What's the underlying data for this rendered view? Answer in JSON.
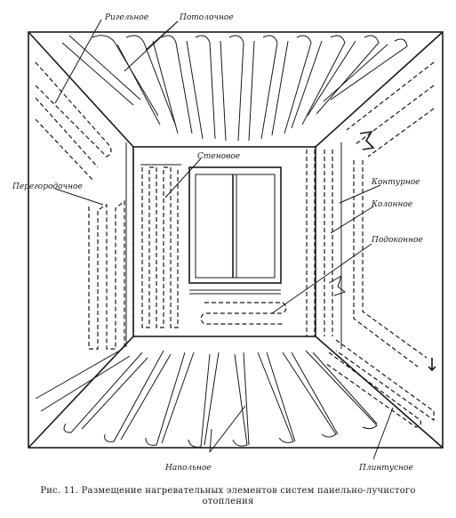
{
  "labels": {
    "rigel": "Ригельное",
    "ceiling": "Потолочное",
    "wall": "Стеновое",
    "partition": "Перегородочное",
    "contour": "Контурное",
    "column": "Колонное",
    "sill": "Подоконное",
    "floor": "Напольное",
    "plinth": "Плинтусное"
  },
  "caption": {
    "line1": "Рис. 11. Размещение нагревательных элементов систем панельно-лучистого",
    "line2": "отопления"
  }
}
